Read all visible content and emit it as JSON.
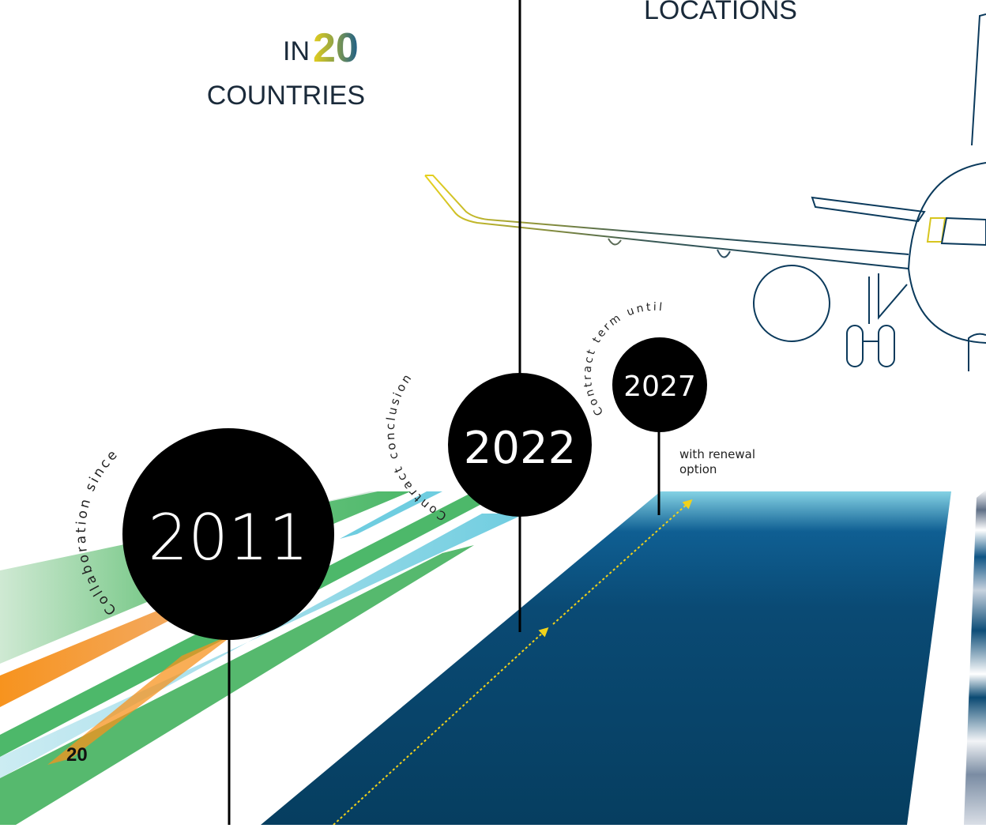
{
  "header": {
    "locations_label": "LOCATIONS",
    "in_label": "IN",
    "countries_count": "20",
    "countries_label": "COUNTRIES"
  },
  "milestones": [
    {
      "year": "2011",
      "caption": "Collaboration since"
    },
    {
      "year": "2022",
      "caption": "Contract conclusion"
    },
    {
      "year": "2027",
      "caption": "Contract term until",
      "note": "with renewal option"
    }
  ],
  "page_number": "20",
  "colors": {
    "circle": "#000000",
    "navy": "#0b3a5c",
    "gold": "#e8d21e",
    "green": "#4db86a",
    "light_blue": "#6fcde0",
    "orange": "#f7931e",
    "runway_dark": "#073f62",
    "runway_light": "#7fd0e3"
  },
  "icons": [
    "airplane-icon",
    "timeline-line",
    "runway-shape",
    "arrow-icon"
  ]
}
